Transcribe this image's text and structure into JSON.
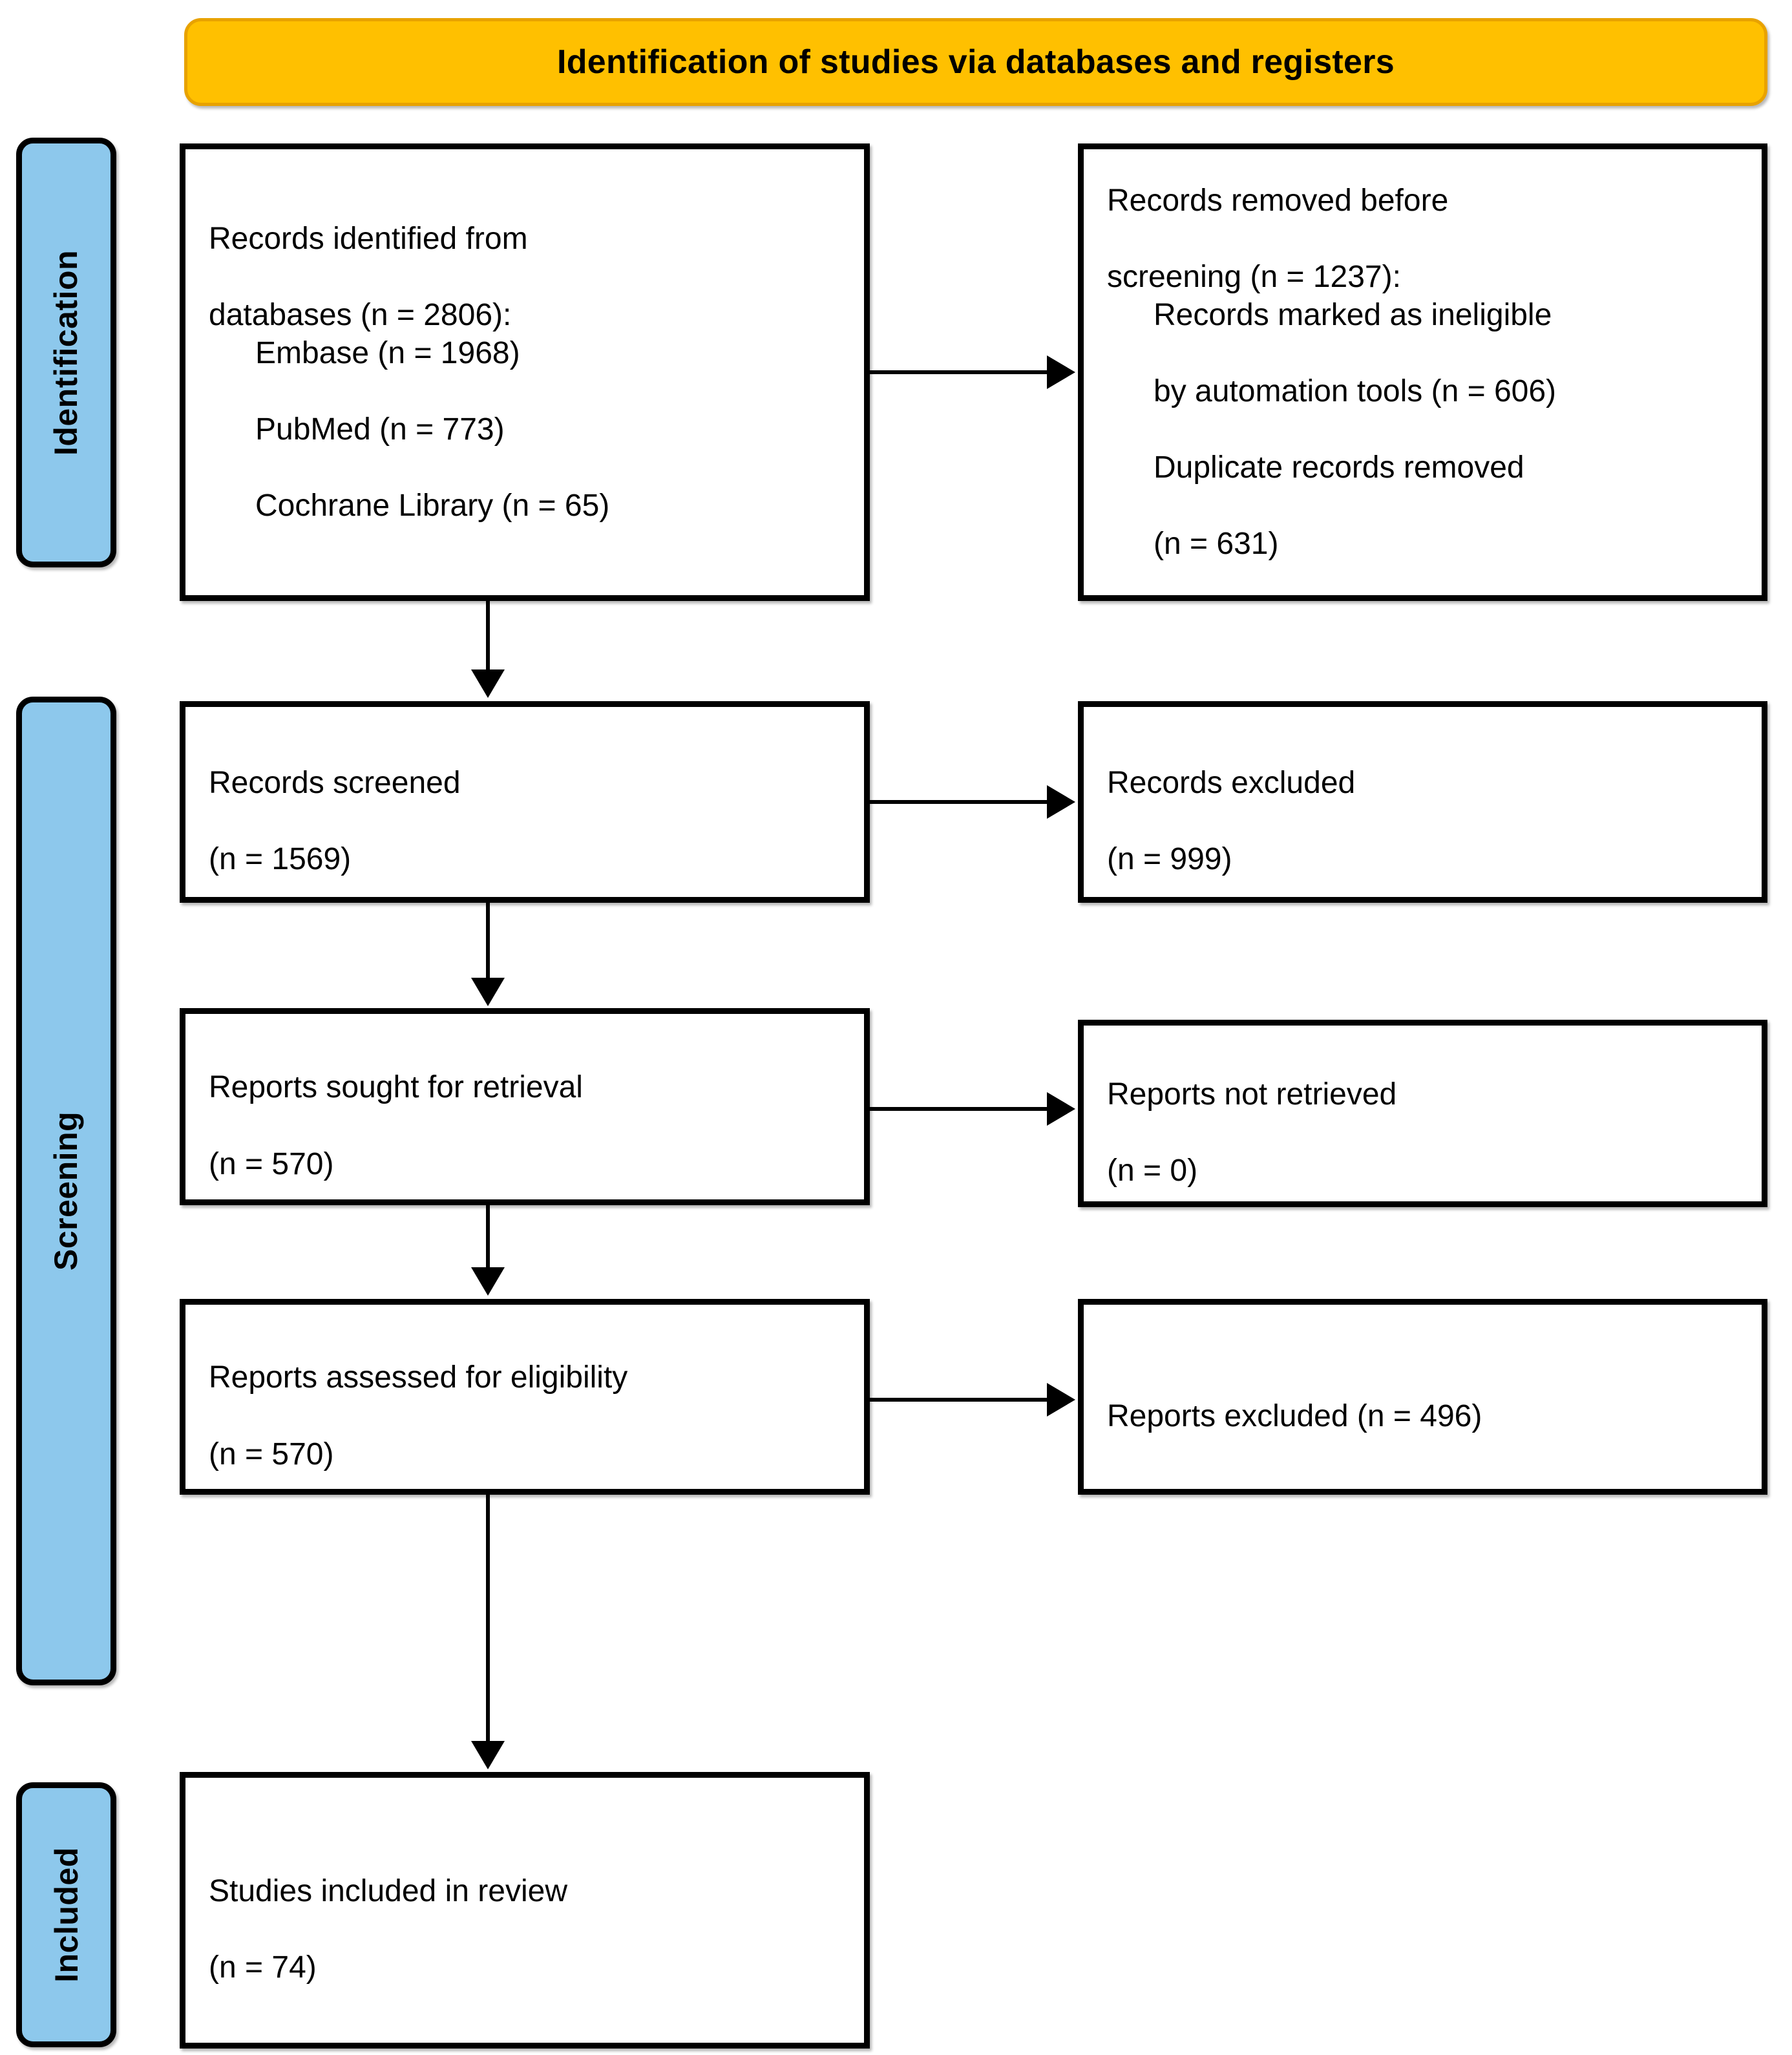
{
  "banner": {
    "title": "Identification of studies via databases and registers"
  },
  "stages": [
    {
      "id": "identification",
      "label": "Identification"
    },
    {
      "id": "screening",
      "label": "Screening"
    },
    {
      "id": "included",
      "label": "Included"
    }
  ],
  "boxes": {
    "identified": {
      "line1": "Records identified from",
      "line2": "databases (n = 2806):",
      "sub1": "Embase (n = 1968)",
      "sub2": "PubMed (n = 773)",
      "sub3": "Cochrane Library (n = 65)"
    },
    "removed": {
      "line1": "Records removed before",
      "line2": "screening (n = 1237):",
      "sub1": "Records marked as ineligible",
      "sub2": "by automation tools (n = 606)",
      "sub3": "Duplicate records removed",
      "sub4": "(n = 631)"
    },
    "screened": {
      "line1": "Records screened",
      "line2": "(n = 1569)"
    },
    "records_excluded": {
      "line1": "Records excluded",
      "line2": "(n = 999)"
    },
    "sought": {
      "line1": "Reports sought for retrieval",
      "line2": "(n = 570)"
    },
    "not_retrieved": {
      "line1": "Reports not retrieved",
      "line2": "(n = 0)"
    },
    "eligibility": {
      "line1": "Reports assessed for eligibility",
      "line2": "(n = 570)"
    },
    "reports_excluded": {
      "line1": "Reports excluded (n = 496)"
    },
    "included": {
      "line1": "Studies included in review",
      "line2": "(n = 74)"
    }
  },
  "counts": {
    "databases_total": 2806,
    "embase": 1968,
    "pubmed": 773,
    "cochrane": 65,
    "removed_before_screening": 1237,
    "ineligible_automation": 606,
    "duplicates_removed": 631,
    "records_screened": 1569,
    "records_excluded": 999,
    "reports_sought": 570,
    "reports_not_retrieved": 0,
    "reports_assessed": 570,
    "reports_excluded": 496,
    "studies_included": 74
  },
  "colors": {
    "banner_fill": "#FFC000",
    "banner_border": "#E8A200",
    "stage_fill": "#8DC8EC",
    "box_border": "#000000",
    "box_fill": "#FFFFFF"
  }
}
